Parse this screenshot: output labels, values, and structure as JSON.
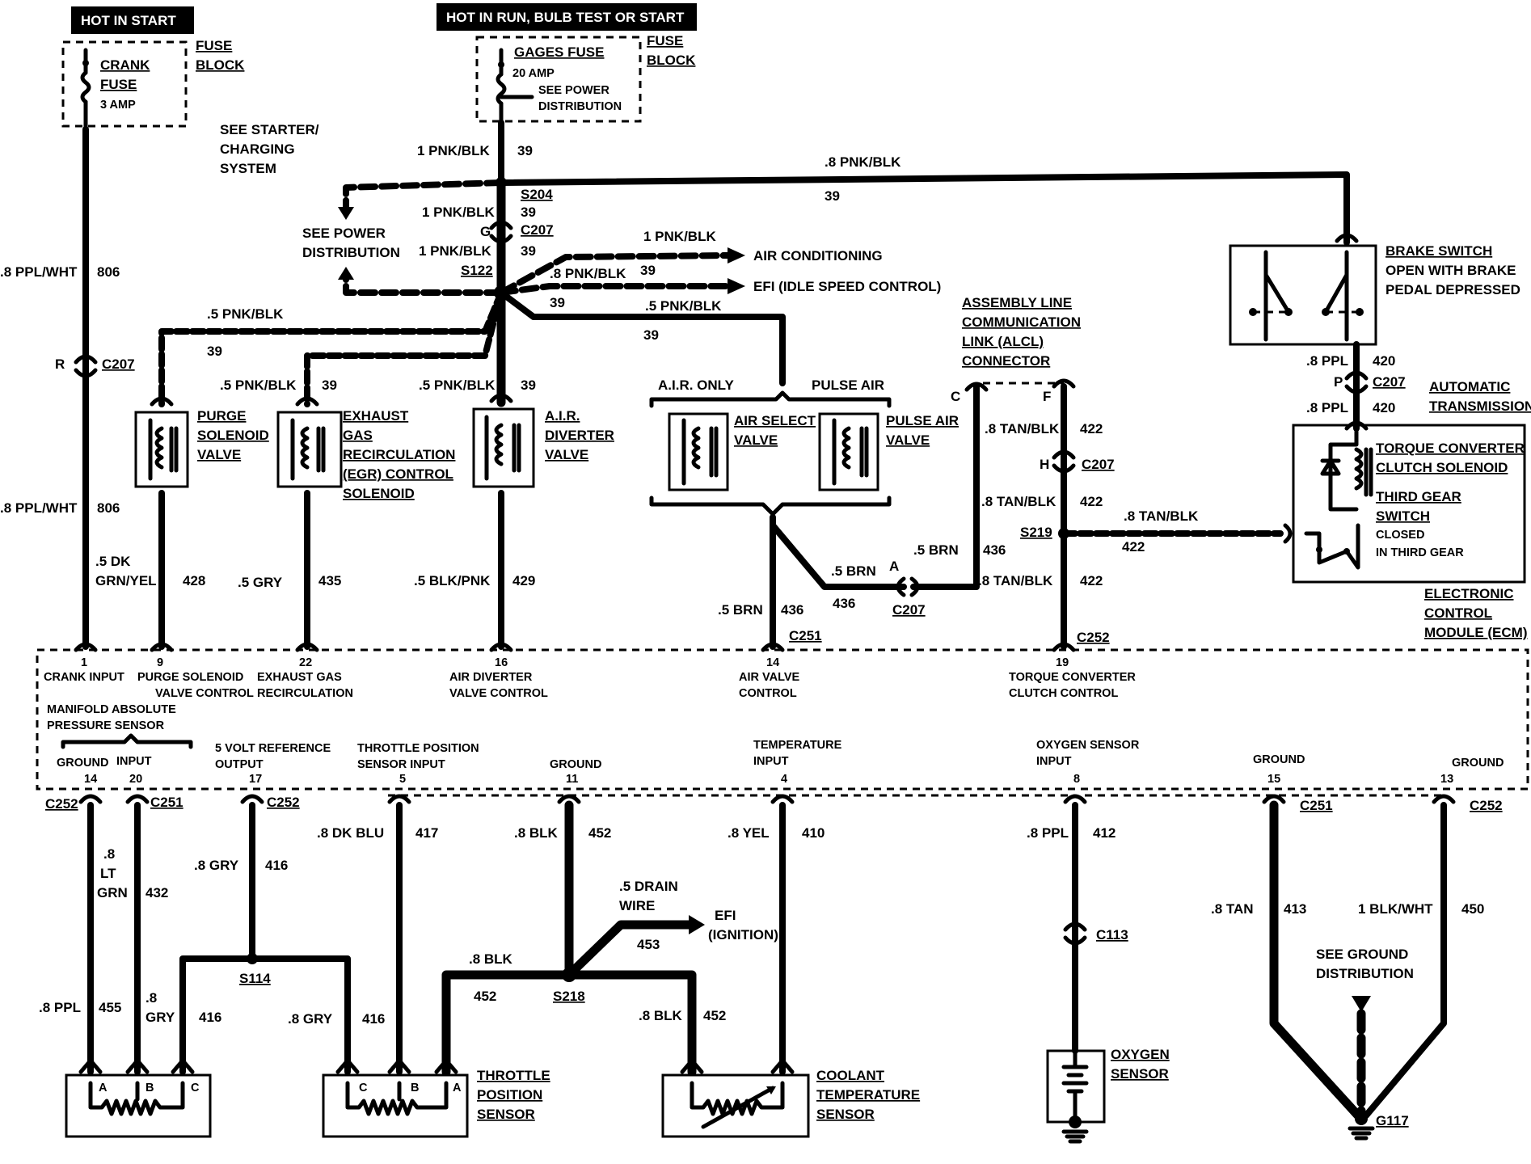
{
  "headers": {
    "hot_in_start": "HOT IN START",
    "hot_in_run": "HOT IN RUN, BULB TEST OR START"
  },
  "fuses": {
    "crank_name": "CRANK",
    "crank_fuse": "FUSE",
    "crank_amp": "3 AMP",
    "gages_name": "GAGES FUSE",
    "gages_amp": "20 AMP",
    "gages_see1": "SEE POWER",
    "gages_see2": "DISTRIBUTION",
    "fuse_block_1": "FUSE",
    "fuse_block_2": "BLOCK"
  },
  "refs": {
    "starter_1": "SEE STARTER/",
    "starter_2": "CHARGING",
    "starter_3": "SYSTEM",
    "power_1": "SEE POWER",
    "power_2": "DISTRIBUTION",
    "air_conditioning": "AIR CONDITIONING",
    "efi_idle": "EFI (IDLE SPEED CONTROL)",
    "efi_ign_1": "EFI",
    "efi_ign_2": "(IGNITION)",
    "ground_1": "SEE GROUND",
    "ground_2": "DISTRIBUTION"
  },
  "components": {
    "purge": [
      "PURGE",
      "SOLENOID",
      "VALVE"
    ],
    "egr": [
      "EXHAUST",
      "GAS",
      "RECIRCULATION",
      "(EGR) CONTROL",
      "SOLENOID"
    ],
    "air_diverter": [
      "A.I.R.",
      "DIVERTER",
      "VALVE"
    ],
    "air_only": "A.I.R. ONLY",
    "pulse_air_title": "PULSE AIR",
    "air_select": [
      "AIR SELECT",
      "VALVE"
    ],
    "pulse_air": [
      "PULSE AIR",
      "VALVE"
    ],
    "alcl": [
      "ASSEMBLY LINE",
      "COMMUNICATION",
      "LINK (ALCL)",
      "CONNECTOR"
    ],
    "brake": [
      "BRAKE SWITCH",
      "OPEN WITH BRAKE",
      "PEDAL DEPRESSED"
    ],
    "auto_trans": [
      "AUTOMATIC",
      "TRANSMISSION"
    ],
    "tcc": [
      "TORQUE CONVERTER",
      "CLUTCH SOLENOID",
      "THIRD GEAR",
      "SWITCH",
      "CLOSED",
      "IN THIRD GEAR"
    ],
    "ecm": [
      "ELECTRONIC",
      "CONTROL",
      "MODULE (ECM)"
    ],
    "throttle": [
      "THROTTLE",
      "POSITION",
      "SENSOR"
    ],
    "coolant": [
      "COOLANT",
      "TEMPERATURE",
      "SENSOR"
    ],
    "oxygen": [
      "OXYGEN",
      "SENSOR"
    ],
    "map_sensor": [
      "MANIFOLD ABSOLUTE",
      "PRESSURE SENSOR"
    ]
  },
  "ecm_pins": {
    "p1": "1",
    "p1_l": "CRANK INPUT",
    "p9": "9",
    "p9_l1": "PURGE SOLENOID",
    "p9_l2": "VALVE CONTROL",
    "p22": "22",
    "p22_l1": "EXHAUST GAS",
    "p22_l2": "RECIRCULATION",
    "p16": "16",
    "p16_l1": "AIR DIVERTER",
    "p16_l2": "VALVE CONTROL",
    "p14t": "14",
    "p14t_l1": "AIR VALVE",
    "p14t_l2": "CONTROL",
    "p19": "19",
    "p19_l1": "TORQUE CONVERTER",
    "p19_l2": "CLUTCH CONTROL",
    "gnd_l": "GROUND",
    "inp_l": "INPUT",
    "p14b": "14",
    "p20": "20",
    "p17_l1": "5 VOLT REFERENCE",
    "p17_l2": "OUTPUT",
    "p17": "17",
    "p5_l1": "THROTTLE POSITION",
    "p5_l2": "SENSOR INPUT",
    "p5": "5",
    "p11_l": "GROUND",
    "p11": "11",
    "p4_l1": "TEMPERATURE",
    "p4_l2": "INPUT",
    "p4": "4",
    "p8_l1": "OXYGEN SENSOR",
    "p8_l2": "INPUT",
    "p8": "8",
    "p15_l": "GROUND",
    "p15": "15",
    "p13_l": "GROUND",
    "p13": "13"
  },
  "connectors": {
    "c207": "C207",
    "c251": "C251",
    "c252": "C252",
    "c113": "C113",
    "s204": "S204",
    "s122": "S122",
    "s219": "S219",
    "s114": "S114",
    "s218": "S218",
    "g117": "G117",
    "pin_r": "R",
    "pin_g": "G",
    "pin_c": "C",
    "pin_f": "F",
    "pin_h": "H",
    "pin_p": "P",
    "pin_a": "A",
    "tp_a": "A",
    "tp_b": "B",
    "tp_c": "C"
  },
  "wires": {
    "ppl_wht": ".8 PPL/WHT",
    "c806": "806",
    "pnk_blk_1": "1 PNK/BLK",
    "pnk_blk_08": ".8 PNK/BLK",
    "pnk_blk_05": ".5 PNK/BLK",
    "c39": "39",
    "dk_grn_yel_1": ".5 DK",
    "dk_grn_yel_2": "GRN/YEL",
    "c428": "428",
    "gry_05": ".5 GRY",
    "c435": "435",
    "blk_pnk": ".5 BLK/PNK",
    "c429": "429",
    "brn_05": ".5 BRN",
    "c436": "436",
    "tan_blk": ".8 TAN/BLK",
    "c422": "422",
    "ppl_08": ".8 PPL",
    "c420": "420",
    "lt_grn_1": ".8",
    "lt_grn_2": "LT",
    "lt_grn_3": "GRN",
    "c432": "432",
    "gry_08": ".8 GRY",
    "c416": "416",
    "gry_08_split_1": ".8",
    "gry_08_split_2": "GRY",
    "dk_blu": ".8 DK BLU",
    "c417": "417",
    "blk_08": ".8 BLK",
    "c452": "452",
    "yel_08": ".8 YEL",
    "c410": "410",
    "c412": "412",
    "c455": "455",
    "drain_1": ".5 DRAIN",
    "drain_2": "WIRE",
    "c453": "453",
    "tan_08": ".8 TAN",
    "c413": "413",
    "blk_wht": "1 BLK/WHT",
    "c450": "450"
  }
}
